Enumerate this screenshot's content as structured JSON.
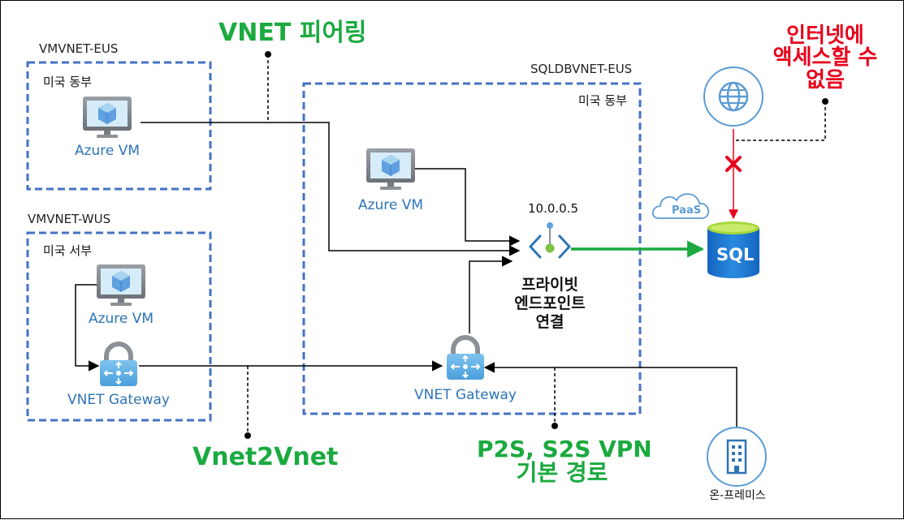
{
  "regions": {
    "eus": {
      "title": "VMVNET-EUS",
      "location": "미국 동부",
      "vm_label": "Azure VM"
    },
    "wus": {
      "title": "VMVNET-WUS",
      "location": "미국 서부",
      "vm_label": "Azure VM",
      "gateway_label": "VNET Gateway"
    },
    "sqldb": {
      "title": "SQLDBVNET-EUS",
      "location": "미국 동부",
      "vm_label": "Azure VM",
      "gateway_label": "VNET Gateway"
    }
  },
  "private_endpoint": {
    "ip": "10.0.0.5",
    "label_lines": [
      "프라이빗",
      "엔드포인트",
      "연결"
    ]
  },
  "sql": {
    "badge": "PaaS",
    "icon_text": "SQL"
  },
  "annotations": {
    "vnet_peering": "VNET 피어링",
    "no_internet_lines": [
      "인터넷에",
      "액세스할 수",
      "없음"
    ],
    "vnet2vnet": "Vnet2Vnet",
    "vpn_lines": [
      "P2S, S2S VPN",
      "기본 경로"
    ]
  },
  "onprem": {
    "label": "온-프레미스"
  },
  "colors": {
    "box_border": "#4472c4",
    "green": "#1aaa3f",
    "red": "#e8001c",
    "azure_blue": "#2e74b5",
    "icon_light_blue": "#a9d3ee",
    "icon_mid_blue": "#5ea0e0",
    "sql_blue": "#1f78d1",
    "sql_green_top": "#a5d83a"
  }
}
